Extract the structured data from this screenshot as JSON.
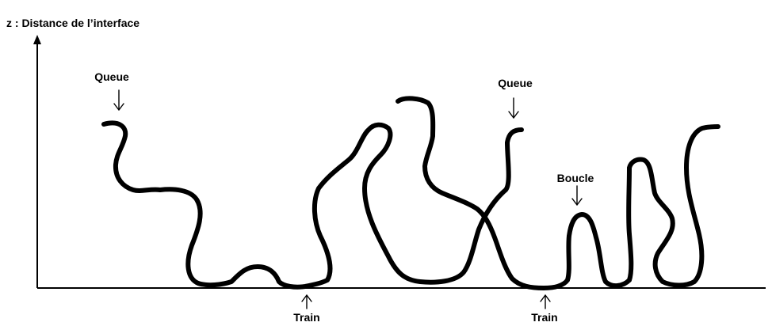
{
  "diagram": {
    "axis_label": "z : Distance de l’interface",
    "labels": {
      "queue_left": "Queue",
      "queue_right": "Queue",
      "boucle": "Boucle",
      "train_left": "Train",
      "train_right": "Train"
    },
    "colors": {
      "ink": "#000000",
      "background": "#ffffff"
    }
  }
}
